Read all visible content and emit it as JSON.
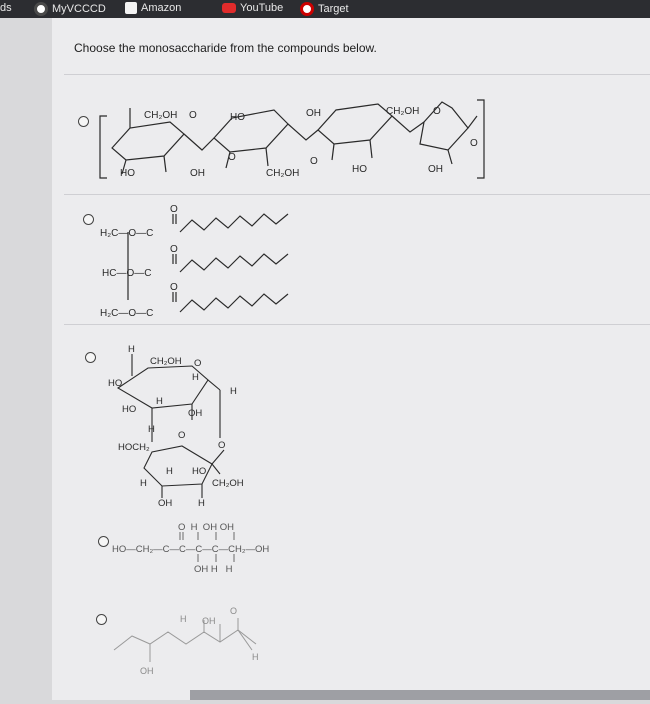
{
  "bookmarks": [
    {
      "label": "ds",
      "icon": "none"
    },
    {
      "label": "MyVCCCD",
      "icon": "myvcccd-icon"
    },
    {
      "label": "Amazon",
      "icon": "amazon-icon"
    },
    {
      "label": "YouTube",
      "icon": "youtube-icon"
    },
    {
      "label": "Target",
      "icon": "target-icon"
    }
  ],
  "question": "Choose the monosaccharide from the compounds below.",
  "structures": {
    "a": {
      "ch2oh": "CH₂OH",
      "o": "O",
      "ho": "HO",
      "oh": "OH"
    },
    "b": {
      "h2c_top": "H₂C—O—C",
      "hc": "HC—O—C",
      "h2c_bot": "H₂C—O—C",
      "o": "O"
    },
    "c": {
      "h": "H",
      "ch2oh": "CH₂OH",
      "o": "O",
      "ho": "HO",
      "oh": "OH",
      "hoch2": "HOCH₂",
      "ch2oh2": "CH₂OH"
    },
    "d": {
      "top": "O  H  OH OH",
      "main": "HO—CH₂—C—C—C—C—CH₂—OH",
      "bottom": "OH H   H"
    },
    "e": {
      "h": "H",
      "oh": "OH",
      "o": "O"
    }
  },
  "colors": {
    "bookmark_bar": "#2c2d31",
    "page": "#ececee",
    "ink": "#2a2a2a"
  }
}
